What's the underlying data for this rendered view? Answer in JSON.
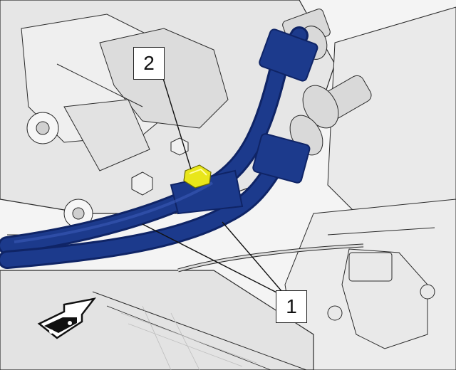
{
  "callouts": [
    {
      "id": "1",
      "label": "1"
    },
    {
      "id": "2",
      "label": "2"
    }
  ],
  "colors": {
    "background": "#ffffff",
    "line_art": "#2a2a2a",
    "part_fill": "#ececec",
    "part_shadow": "#c9c9c9",
    "highlight_pipe": "#1c3a8c",
    "highlight_pipe_dark": "#0f2466",
    "highlight_fastener": "#e9e61a"
  },
  "icons": {
    "direction": "vehicle-front-direction-icon"
  }
}
